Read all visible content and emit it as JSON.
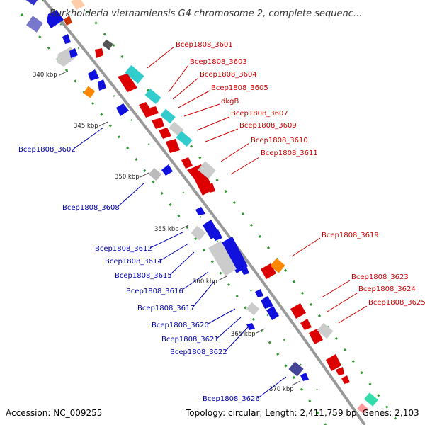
{
  "title": "Burkholderia vietnamiensis G4 chromosome 2, complete sequenc...",
  "footer": {
    "accession": "Accession: NC_009255",
    "summary": "Topology: circular; Length: 2,411,759 bp; Genes: 2,103"
  },
  "colors": {
    "forward_label": "#cc0000",
    "reverse_label": "#0000aa",
    "backbone": "#999999",
    "dots": "#339933"
  },
  "ticks": [
    "340 kbp",
    "345 kbp",
    "350 kbp",
    "355 kbp",
    "360 kbp",
    "365 kbp",
    "370 kbp"
  ],
  "forward_genes": [
    "Bcep1808_3601",
    "Bcep1808_3603",
    "Bcep1808_3604",
    "Bcep1808_3605",
    "dkgB",
    "Bcep1808_3607",
    "Bcep1808_3609",
    "Bcep1808_3610",
    "Bcep1808_3611",
    "Bcep1808_3619",
    "Bcep1808_3623",
    "Bcep1808_3624",
    "Bcep1808_3625"
  ],
  "reverse_genes": [
    "Bcep1808_3602",
    "Bcep1808_3608",
    "Bcep1808_3612",
    "Bcep1808_3614",
    "Bcep1808_3615",
    "Bcep1808_3616",
    "Bcep1808_3617",
    "Bcep1808_3620",
    "Bcep1808_3621",
    "Bcep1808_3622",
    "Bcep1808_3626"
  ]
}
